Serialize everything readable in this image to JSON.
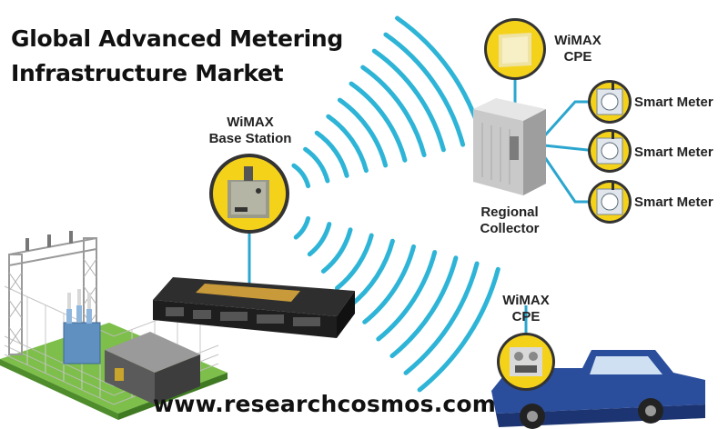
{
  "title": {
    "line1": "Global Advanced Metering",
    "line2": "Infrastructure Market"
  },
  "nodes": {
    "base_station": {
      "line1": "WiMAX",
      "line2": "Base Station",
      "icon": "base-station-icon"
    },
    "cpe_top": {
      "line1": "WiMAX",
      "line2": "CPE",
      "icon": "cpe-device-icon"
    },
    "cpe_bottom": {
      "line1": "WiMAX",
      "line2": "CPE",
      "icon": "cpe-device-icon"
    },
    "regional_collector": {
      "line1": "Regional",
      "line2": "Collector",
      "icon": "server-icon"
    },
    "smart_meters": [
      {
        "label": "Smart Meter",
        "icon": "smart-meter-icon"
      },
      {
        "label": "Smart Meter",
        "icon": "smart-meter-icon"
      },
      {
        "label": "Smart Meter",
        "icon": "smart-meter-icon"
      }
    ],
    "substation": {
      "icon": "substation-icon"
    },
    "rack_device": {
      "icon": "rack-router-icon"
    },
    "truck": {
      "icon": "pickup-truck-icon"
    }
  },
  "website": "www.researchcosmos.com",
  "colors": {
    "wave": "#2db4d6",
    "link": "#2ba6cf",
    "badge": "#f5d21a",
    "badge_ring": "#333333",
    "truck": "#2a4d9c"
  }
}
